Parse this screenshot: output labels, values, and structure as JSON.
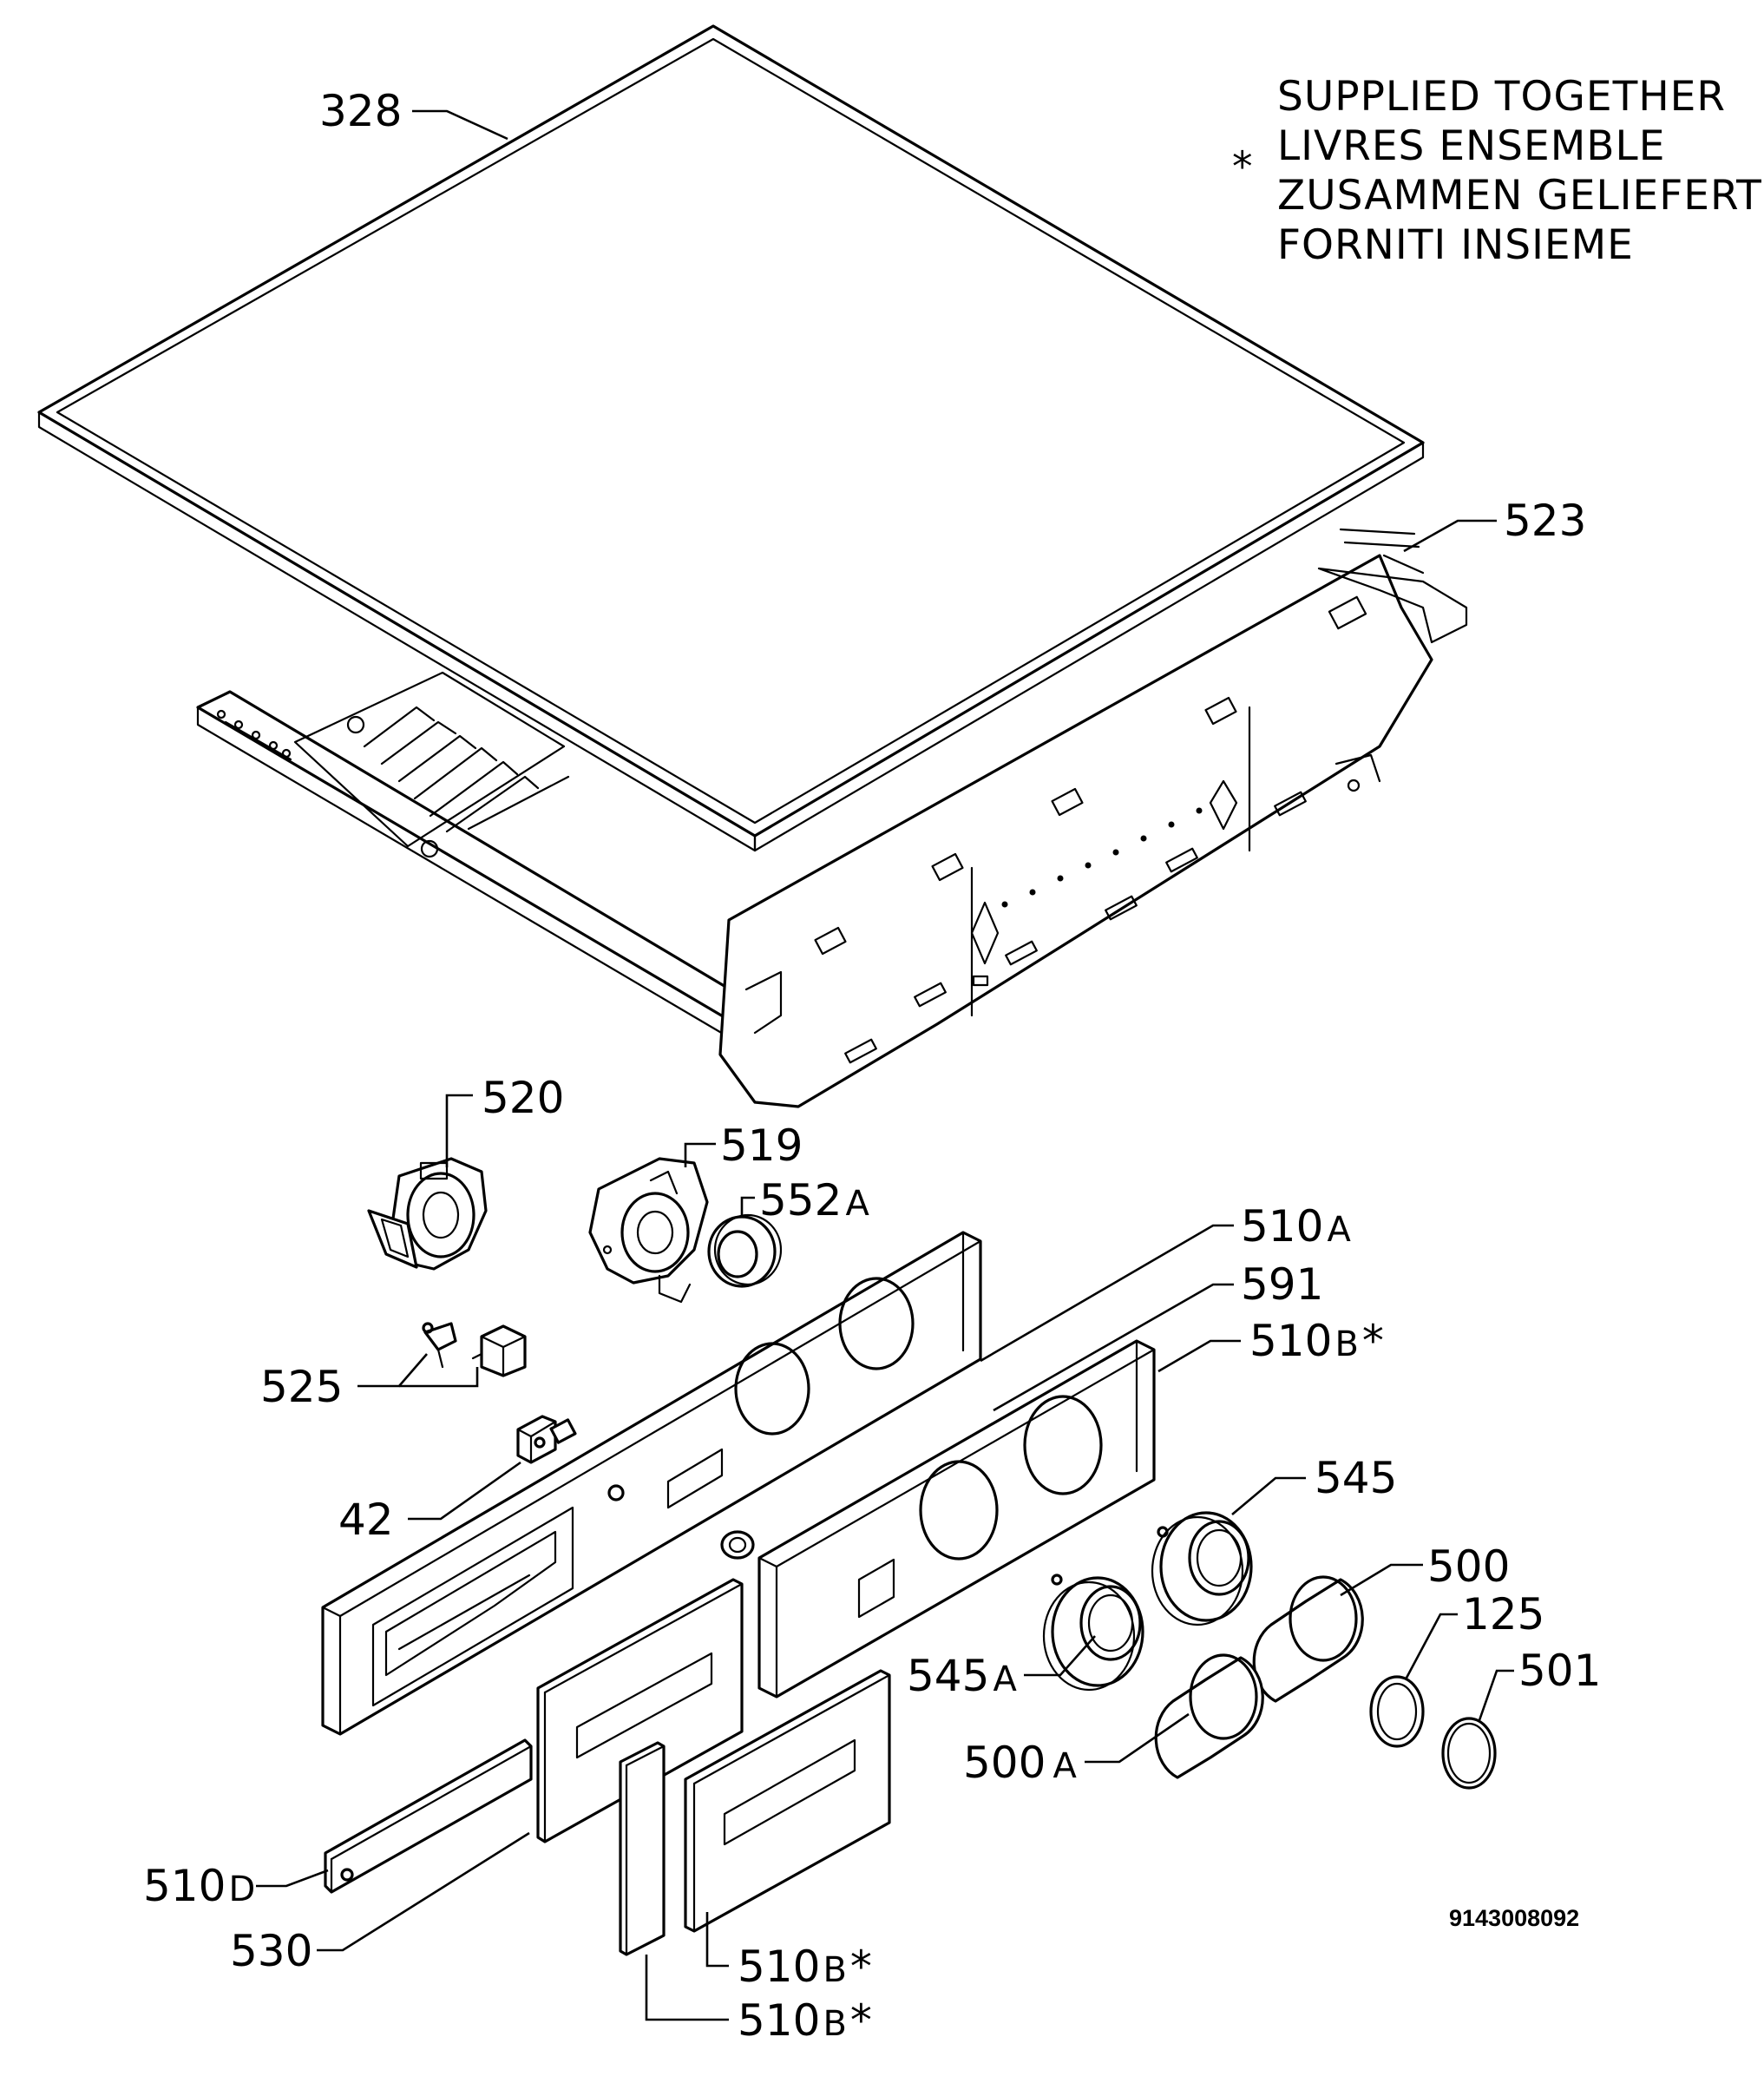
{
  "legend": {
    "symbol": "*",
    "lines": [
      "SUPPLIED TOGETHER",
      "LIVRES ENSEMBLE",
      "ZUSAMMEN GELIEFERT",
      "FORNITI INSIEME"
    ]
  },
  "drawing_number": "9143008092",
  "callouts": {
    "p328": "328",
    "p523": "523",
    "p520": "520",
    "p519": "519",
    "p552a": "552",
    "p552a_suffix": "A",
    "p510a": "510",
    "p510a_suffix": "A",
    "p591": "591",
    "p510b_top": "510",
    "p510b_top_suffix": "B",
    "star": "*",
    "p525": "525",
    "p42": "42",
    "p545": "545",
    "p500": "500",
    "p125": "125",
    "p501": "501",
    "p545a": "545",
    "p545a_suffix": "A",
    "p500a": "500",
    "p500a_suffix": "A",
    "p510d": "510",
    "p510d_suffix": "D",
    "p530": "530",
    "p510b_mid": "510",
    "p510b_mid_suffix": "B",
    "p510b_low": "510",
    "p510b_low_suffix": "B"
  }
}
